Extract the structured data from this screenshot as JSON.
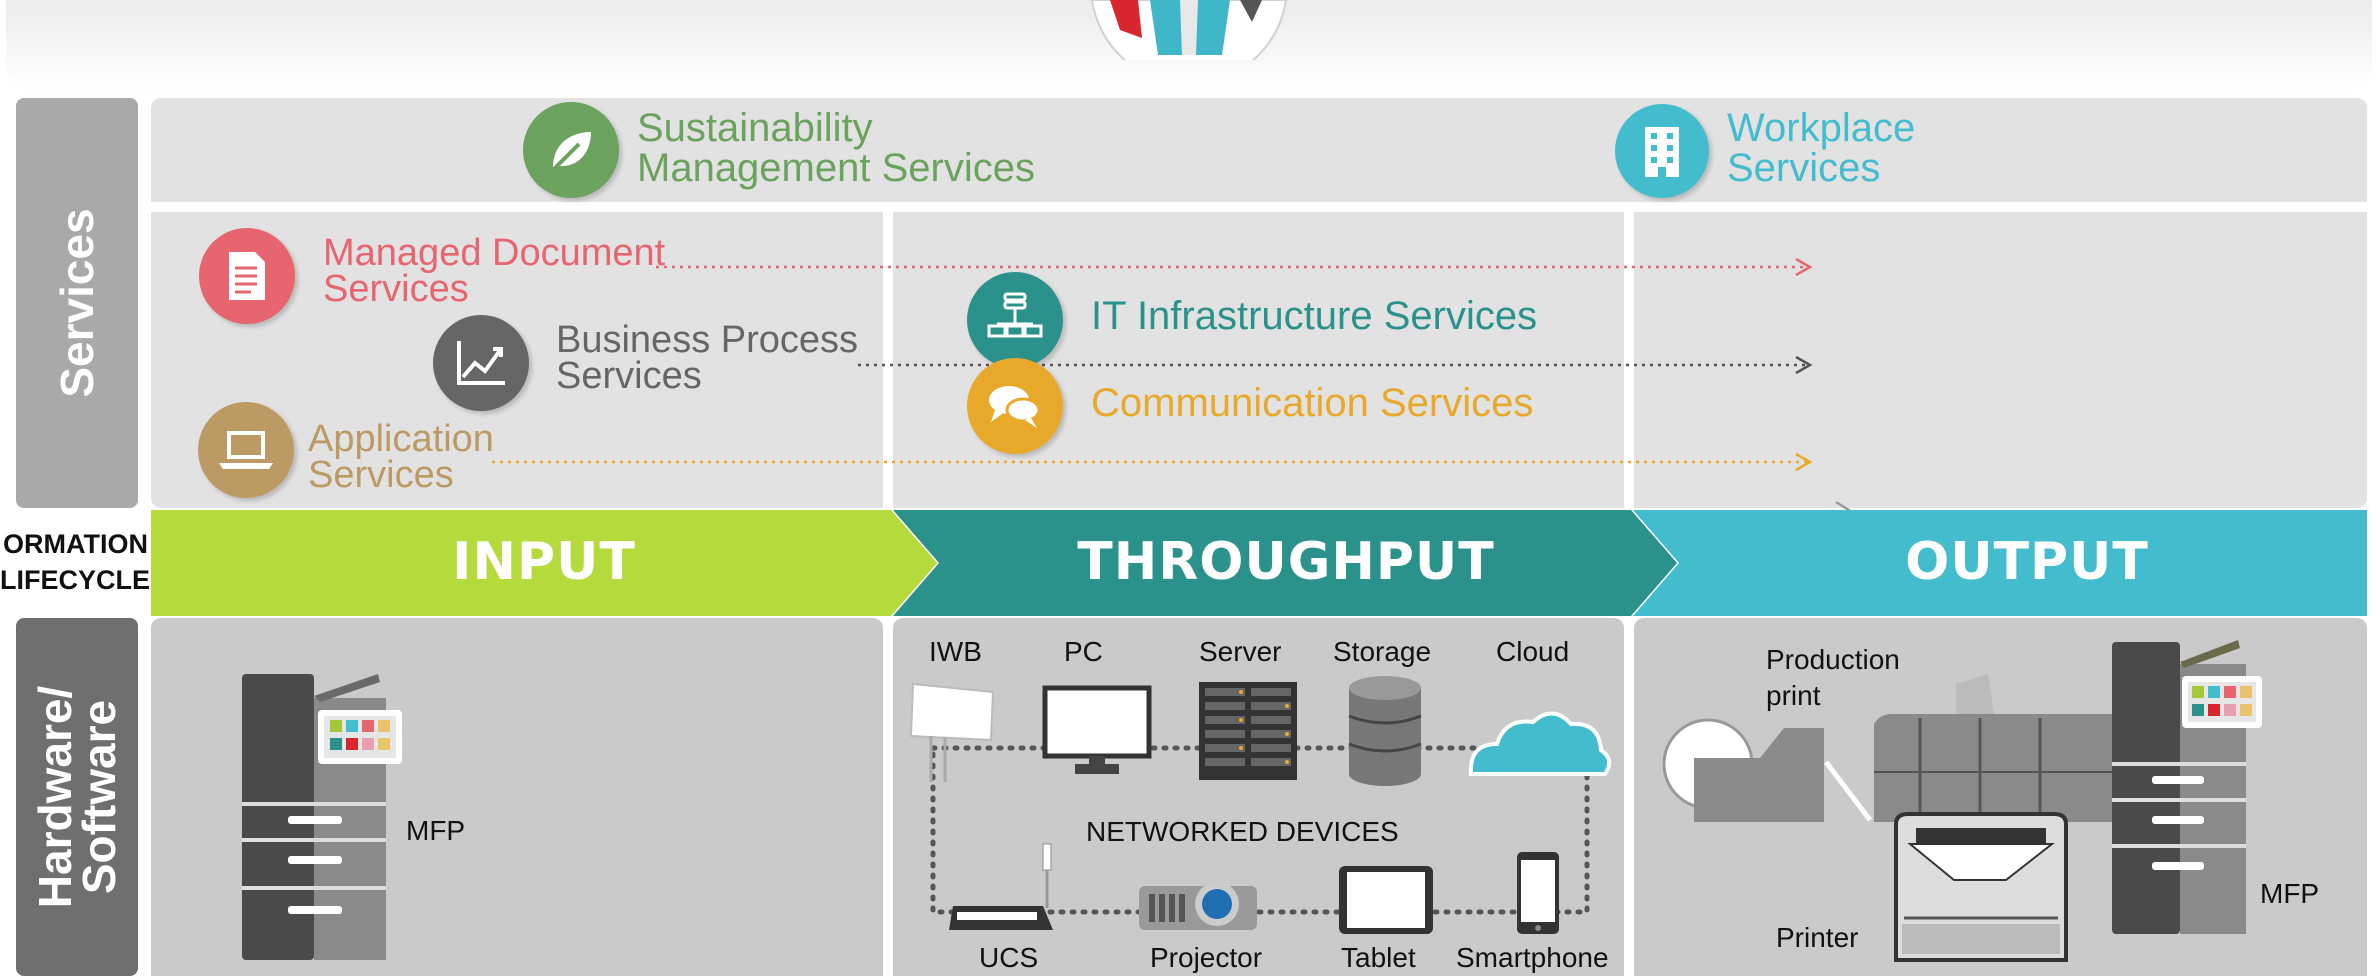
{
  "colors": {
    "sustainability": "#6aa25e",
    "workplace": "#43bccd",
    "managed_document": "#e6656e",
    "business_process": "#666666",
    "application": "#bc9a64",
    "it_infrastructure": "#2a928b",
    "communication": "#e8a92a",
    "input": "#b5da3c",
    "throughput": "#2a928b",
    "output": "#43bccd"
  },
  "sidebar": {
    "services": "Services",
    "lifecycle_line1": "ORMATION",
    "lifecycle_line2": "LIFECYCLE",
    "hardware_line1": "Hardware/",
    "hardware_line2": "Software"
  },
  "services": {
    "sustainability": {
      "line1": "Sustainability",
      "line2": "Management Services",
      "icon": "leaf-icon"
    },
    "workplace": {
      "line1": "Workplace",
      "line2": "Services",
      "icon": "building-icon"
    },
    "managed_document": {
      "line1": "Managed Document",
      "line2": "Services",
      "icon": "document-icon"
    },
    "business_process": {
      "line1": "Business Process",
      "line2": "Services",
      "icon": "chart-icon"
    },
    "application": {
      "line1": "Application",
      "line2": "Services",
      "icon": "laptop-icon"
    },
    "it_infrastructure": {
      "label": "IT Infrastructure Services",
      "icon": "network-icon"
    },
    "communication": {
      "label": "Communication Services",
      "icon": "chat-icon"
    }
  },
  "lifecycle": {
    "input": "INPUT",
    "throughput": "THROUGHPUT",
    "output": "OUTPUT"
  },
  "hardware": {
    "input": {
      "mfp": "MFP"
    },
    "throughput": {
      "iwb": "IWB",
      "pc": "PC",
      "server": "Server",
      "storage": "Storage",
      "cloud": "Cloud",
      "networked": "NETWORKED DEVICES",
      "ucs": "UCS",
      "projector": "Projector",
      "tablet": "Tablet",
      "smartphone": "Smartphone"
    },
    "output": {
      "production_line1": "Production",
      "production_line2": "print",
      "printer": "Printer",
      "mfp": "MFP"
    }
  }
}
